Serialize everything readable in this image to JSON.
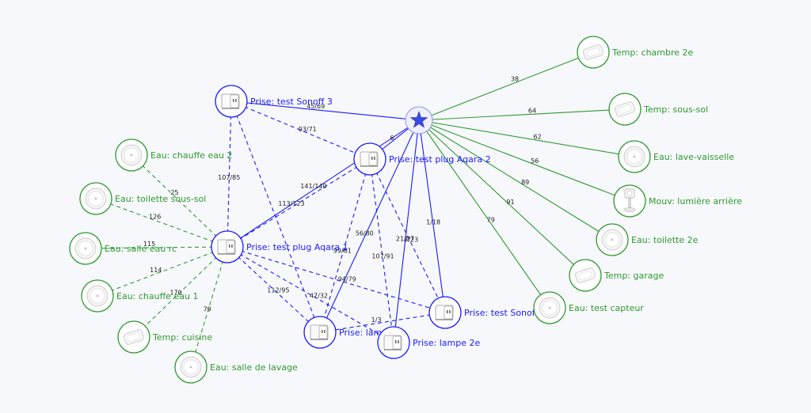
{
  "colors": {
    "coordinator": "#1a1aff",
    "router": "#1a1aff",
    "end_device": "#2e9a2e",
    "background": "#f7f8fc"
  },
  "nodes": [
    {
      "id": "coord",
      "label": "",
      "type": "coordinator",
      "icon": "star-icon"
    },
    {
      "id": "s3",
      "label": "Prise: test Sonoff 3",
      "type": "router",
      "icon": "plug-icon"
    },
    {
      "id": "a2",
      "label": "Prise: test plug Aqara 2",
      "type": "router",
      "icon": "plug-icon"
    },
    {
      "id": "a1",
      "label": "Prise: test plug Aqara 1",
      "type": "router",
      "icon": "plug-icon"
    },
    {
      "id": "s2",
      "label": "Prise: test Sonoff 2",
      "type": "router",
      "icon": "plug-icon"
    },
    {
      "id": "lam",
      "label": "Prise: lam",
      "type": "router",
      "icon": "plug-icon"
    },
    {
      "id": "l2e",
      "label": "Prise: lampe 2e",
      "type": "router",
      "icon": "plug-icon"
    },
    {
      "id": "tch",
      "label": "Temp: chambre 2e",
      "type": "end_device",
      "icon": "temp-sensor-icon"
    },
    {
      "id": "tss",
      "label": "Temp: sous-sol",
      "type": "end_device",
      "icon": "temp-sensor-icon"
    },
    {
      "id": "elv",
      "label": "Eau: lave-vaisselle",
      "type": "end_device",
      "icon": "water-sensor-icon"
    },
    {
      "id": "mla",
      "label": "Mouv: lumière arrière",
      "type": "end_device",
      "icon": "motion-sensor-icon"
    },
    {
      "id": "et2",
      "label": "Eau: toilette 2e",
      "type": "end_device",
      "icon": "water-sensor-icon"
    },
    {
      "id": "tga",
      "label": "Temp: garage",
      "type": "end_device",
      "icon": "temp-sensor-icon"
    },
    {
      "id": "etc",
      "label": "Eau: test capteur",
      "type": "end_device",
      "icon": "water-sensor-icon"
    },
    {
      "id": "ece2",
      "label": "Eau: chauffe eau 2",
      "type": "end_device",
      "icon": "water-sensor-icon"
    },
    {
      "id": "etss",
      "label": "Eau: toilette sous-sol",
      "type": "end_device",
      "icon": "water-sensor-icon"
    },
    {
      "id": "esrc",
      "label": "Eau: salle eau rc",
      "type": "end_device",
      "icon": "water-sensor-icon"
    },
    {
      "id": "ece1",
      "label": "Eau: chauffe eau 1",
      "type": "end_device",
      "icon": "water-sensor-icon"
    },
    {
      "id": "tcu",
      "label": "Temp: cuisine",
      "type": "end_device",
      "icon": "temp-sensor-icon"
    },
    {
      "id": "esl",
      "label": "Eau: salle de lavage",
      "type": "end_device",
      "icon": "water-sensor-icon"
    }
  ],
  "links": [
    {
      "from": "coord",
      "to": "tch",
      "label": "38",
      "style": "solid",
      "kind": "end_device"
    },
    {
      "from": "coord",
      "to": "tss",
      "label": "64",
      "style": "solid",
      "kind": "end_device"
    },
    {
      "from": "coord",
      "to": "elv",
      "label": "62",
      "style": "solid",
      "kind": "end_device"
    },
    {
      "from": "coord",
      "to": "mla",
      "label": "56",
      "style": "solid",
      "kind": "end_device"
    },
    {
      "from": "coord",
      "to": "et2",
      "label": "89",
      "style": "solid",
      "kind": "end_device"
    },
    {
      "from": "coord",
      "to": "tga",
      "label": "91",
      "style": "solid",
      "kind": "end_device"
    },
    {
      "from": "coord",
      "to": "etc",
      "label": "79",
      "style": "solid",
      "kind": "end_device"
    },
    {
      "from": "coord",
      "to": "s3",
      "label": "45/69",
      "style": "solid",
      "kind": "router"
    },
    {
      "from": "coord",
      "to": "a2",
      "label": "6",
      "style": "solid",
      "kind": "router"
    },
    {
      "from": "coord",
      "to": "a1",
      "label": "141/140",
      "style": "solid",
      "kind": "router"
    },
    {
      "from": "coord",
      "to": "s2",
      "label": "1/18",
      "style": "solid",
      "kind": "router"
    },
    {
      "from": "coord",
      "to": "lam",
      "label": "56/80",
      "style": "solid",
      "kind": "router"
    },
    {
      "from": "coord",
      "to": "l2e",
      "label": "21/27",
      "style": "solid",
      "kind": "router"
    },
    {
      "from": "s3",
      "to": "a2",
      "label": "93/71",
      "style": "dashed",
      "kind": "router"
    },
    {
      "from": "s3",
      "to": "a1",
      "label": "107/85",
      "style": "dashed",
      "kind": "router"
    },
    {
      "from": "s3",
      "to": "lam",
      "label": "",
      "style": "dashed",
      "kind": "router"
    },
    {
      "from": "a2",
      "to": "a1",
      "label": "113/123",
      "style": "dashed",
      "kind": "router"
    },
    {
      "from": "a2",
      "to": "lam",
      "label": "99/81",
      "style": "dashed",
      "kind": "router"
    },
    {
      "from": "a2",
      "to": "l2e",
      "label": "107/91",
      "style": "dashed",
      "kind": "router"
    },
    {
      "from": "a2",
      "to": "s2",
      "label": "7/23",
      "style": "dashed",
      "kind": "router"
    },
    {
      "from": "a1",
      "to": "s2",
      "label": "94/79",
      "style": "dashed",
      "kind": "router"
    },
    {
      "from": "a1",
      "to": "lam",
      "label": "112/95",
      "style": "dashed",
      "kind": "router"
    },
    {
      "from": "a1",
      "to": "l2e",
      "label": "47/32",
      "style": "dashed",
      "kind": "router"
    },
    {
      "from": "s2",
      "to": "lam",
      "label": "1/3",
      "style": "dashed",
      "kind": "router"
    },
    {
      "from": "a1",
      "to": "ece2",
      "label": "25",
      "style": "dashed",
      "kind": "end_device"
    },
    {
      "from": "a1",
      "to": "etss",
      "label": "126",
      "style": "dashed",
      "kind": "end_device"
    },
    {
      "from": "a1",
      "to": "esrc",
      "label": "115",
      "style": "dashed",
      "kind": "end_device"
    },
    {
      "from": "a1",
      "to": "ece1",
      "label": "114",
      "style": "dashed",
      "kind": "end_device"
    },
    {
      "from": "a1",
      "to": "tcu",
      "label": "170",
      "style": "dashed",
      "kind": "end_device"
    },
    {
      "from": "a1",
      "to": "esl",
      "label": "79",
      "style": "dashed",
      "kind": "end_device"
    }
  ]
}
